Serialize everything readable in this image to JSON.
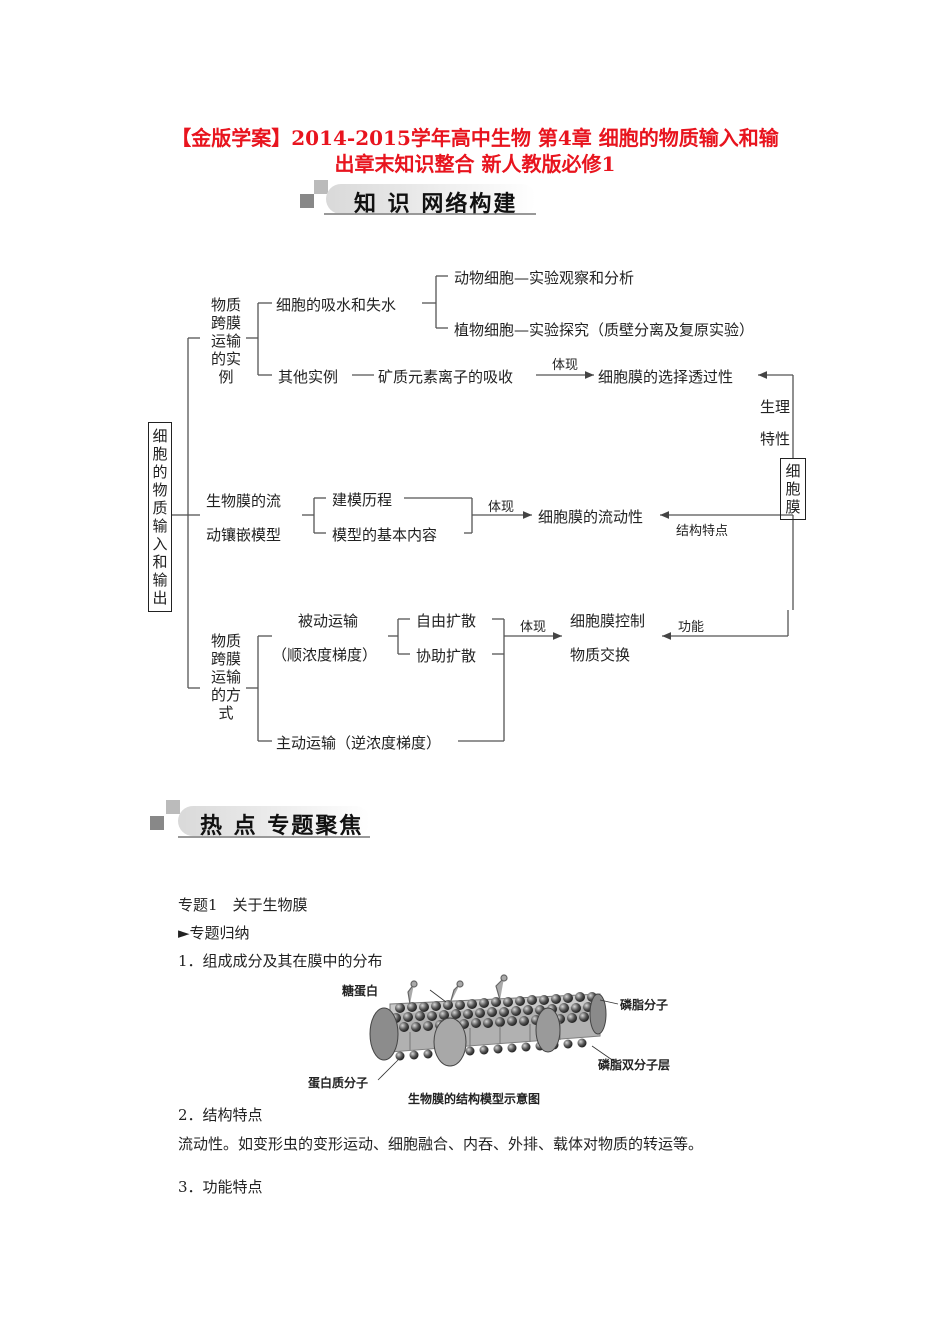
{
  "title": {
    "line1": "【金版学案】2014-2015学年高中生物 第4章 细胞的物质输入和输",
    "line2": "出章末知识整合 新人教版必修1"
  },
  "section1_banner": "知 识 网络构建",
  "section2_banner": "热 点 专题聚焦",
  "diagram": {
    "root": "细胞的物质输入和输出",
    "branch1": {
      "label": "物质跨膜运输的实例",
      "node_water": "细胞的吸水和失水",
      "animal": "动物细胞—实验观察和分析",
      "plant": "植物细胞—实验探究（质壁分离及复原实验）",
      "other": "其他实例",
      "mineral": "矿质元素离子的吸收",
      "embody": "体现",
      "selective": "细胞膜的选择透过性"
    },
    "branch2": {
      "label_line1": "生物膜的流",
      "label_line2": "动镶嵌模型",
      "history": "建模历程",
      "content": "模型的基本内容",
      "embody": "体现",
      "fluidity": "细胞膜的流动性",
      "structure_feature": "结构特点"
    },
    "branch3": {
      "label": "物质跨膜运输的方式",
      "passive": "被动运输",
      "passive_note": "（顺浓度梯度）",
      "free": "自由扩散",
      "assisted": "协助扩散",
      "active": "主动运输（逆浓度梯度）",
      "embody": "体现",
      "control_line1": "细胞膜控制",
      "control_line2": "物质交换",
      "function": "功能"
    },
    "membrane": "细胞膜",
    "physio_line1": "生理",
    "physio_line2": "特性"
  },
  "content": {
    "topic1": "专题1　关于生物膜",
    "summary": "►专题归纳",
    "item1": "1．组成成分及其在膜中的分布",
    "figure": {
      "glycoprotein": "糖蛋白",
      "phospholipid": "磷脂分子",
      "bilayer": "磷脂双分子层",
      "protein": "蛋白质分子",
      "caption": "生物膜的结构模型示意图"
    },
    "item2": "2．结构特点",
    "item2_text": "流动性。如变形虫的变形运动、细胞融合、内吞、外排、载体对物质的转运等。",
    "item3": "3．功能特点"
  }
}
